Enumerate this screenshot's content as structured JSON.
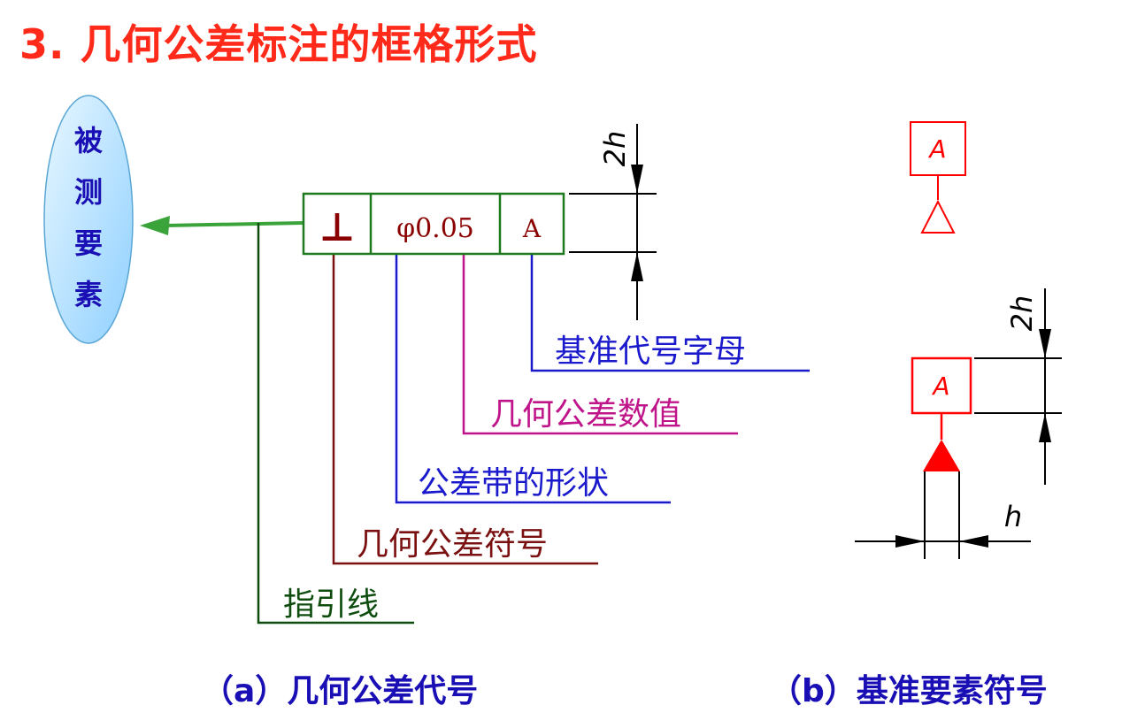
{
  "title": "3. 几何公差标注的框格形式",
  "measured_element": "被测要素",
  "frame": {
    "symbol": "⊥",
    "tolerance": "φ0.05",
    "datum": "A"
  },
  "labels": {
    "datum_letter": "基准代号字母",
    "tolerance_value": "几何公差数值",
    "zone_shape": "公差带的形状",
    "symbol": "几何公差符号",
    "leader": "指引线"
  },
  "dims": {
    "frame_height": "2h",
    "datum_box_height": "2h",
    "triangle_width": "h"
  },
  "datum_symbols": {
    "top_letter": "A",
    "bottom_letter": "A"
  },
  "captions": {
    "a": "（a）几何公差代号",
    "b": "（b）基准要素符号"
  },
  "colors": {
    "title": "#ff2a1a",
    "caption": "#1a0fb4",
    "frame": "#1f7a1f",
    "arrow": "#3aa33a",
    "ellipse_fill": "#bfe6ff",
    "ellipse_text": "#1a0fb4",
    "symbol": "#8b0000",
    "tolerance_text": "#8b0000",
    "blue_label": "#1a1acc",
    "magenta_label": "#c0158a",
    "darkred_label": "#7a1010",
    "green_label": "#0f4d0f",
    "datum_red": "#ff0000"
  }
}
